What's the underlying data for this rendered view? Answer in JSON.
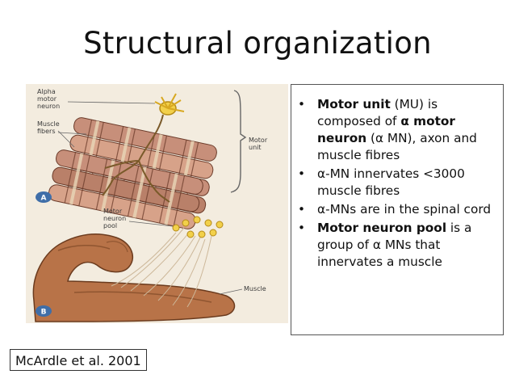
{
  "slide": {
    "title": "Structural organization",
    "citation": "McArdle et al. 2001"
  },
  "figure": {
    "label_alpha_motor_neuron": [
      "Alpha",
      "motor",
      "neuron"
    ],
    "label_muscle_fibers": [
      "Muscle",
      "fibers"
    ],
    "label_motor_unit": [
      "Motor",
      "unit"
    ],
    "label_motor_neuron_pool": [
      "Motor",
      "neuron",
      "pool"
    ],
    "label_muscle": "Muscle",
    "panel_a": "A",
    "panel_b": "B"
  },
  "bullets": [
    {
      "bold": "Motor unit",
      "rest": "  (MU) is composed of ",
      "bold2": "α motor neuron",
      "rest2": " (α MN), axon and muscle fibres"
    },
    {
      "text": "  α-MN innervates <3000 muscle fibres"
    },
    {
      "text": " α-MNs are in the spinal cord"
    },
    {
      "bold": "Motor neuron pool",
      "rest": " is a group of α MNs that innervates a muscle"
    }
  ]
}
